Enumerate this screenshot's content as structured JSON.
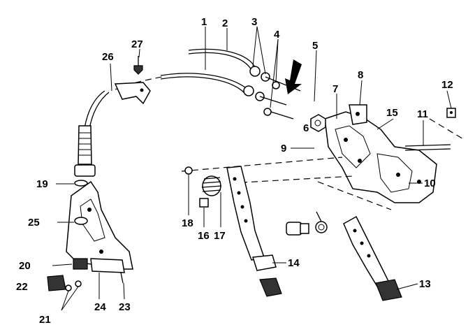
{
  "callouts": [
    {
      "id": "c1",
      "text": "1"
    },
    {
      "id": "c2",
      "text": "2"
    },
    {
      "id": "c3",
      "text": "3"
    },
    {
      "id": "c4",
      "text": "4"
    },
    {
      "id": "c5",
      "text": "5"
    },
    {
      "id": "c6",
      "text": "6"
    },
    {
      "id": "c7",
      "text": "7"
    },
    {
      "id": "c8",
      "text": "8"
    },
    {
      "id": "c9",
      "text": "9"
    },
    {
      "id": "c10",
      "text": "10"
    },
    {
      "id": "c11",
      "text": "11"
    },
    {
      "id": "c12",
      "text": "12"
    },
    {
      "id": "c13",
      "text": "13"
    },
    {
      "id": "c14",
      "text": "14"
    },
    {
      "id": "c15",
      "text": "15"
    },
    {
      "id": "c16",
      "text": "16"
    },
    {
      "id": "c17",
      "text": "17"
    },
    {
      "id": "c18",
      "text": "18"
    },
    {
      "id": "c19",
      "text": "19"
    },
    {
      "id": "c20",
      "text": "20"
    },
    {
      "id": "c21",
      "text": "21"
    },
    {
      "id": "c22",
      "text": "22"
    },
    {
      "id": "c23",
      "text": "23"
    },
    {
      "id": "c24",
      "text": "24"
    },
    {
      "id": "c25",
      "text": "25"
    },
    {
      "id": "c26",
      "text": "26"
    },
    {
      "id": "c27",
      "text": "27"
    }
  ],
  "colors": {
    "line": "#000000",
    "background": "#ffffff",
    "fill": "#333333"
  }
}
